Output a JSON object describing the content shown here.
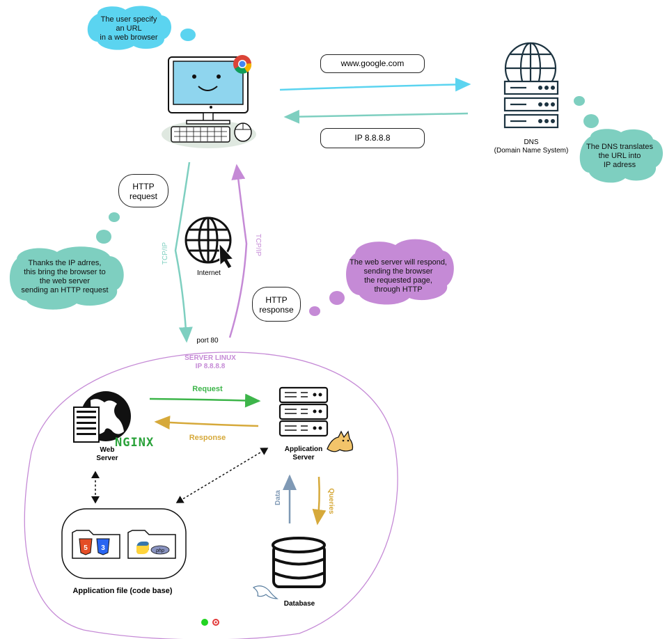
{
  "clouds": {
    "user_specify": "The user specify\nan URL\nin a web browser",
    "dns_translates": "The DNS translates\nthe URL into\nIP adress",
    "thanks_ip": "Thanks the IP adrres,\nthis bring the browser to\nthe web server\nsending an HTTP request",
    "web_server_respond": "The web server will respond,\nsending the browser\nthe requested page,\nthrough HTTP"
  },
  "pills": {
    "url": "www.google.com",
    "ip": "IP 8.8.8.8",
    "http_request": "HTTP\nrequest",
    "http_response": "HTTP\nresponse"
  },
  "dns": {
    "label": "DNS\n(Domain Name System)"
  },
  "internet": {
    "label": "Internet",
    "tcp_left": "TCP/IP",
    "tcp_right": "TCP/IP",
    "port": "port 80"
  },
  "server": {
    "title": "SERVER LINUX\nIP 8.8.8.8",
    "request": "Request",
    "response": "Response",
    "web_server": "Web\nServer",
    "nginx": "NGINX",
    "app_server": "Application\nServer",
    "data": "Data",
    "queries": "Queries",
    "database": "Database",
    "app_files": "Application file (code base)"
  },
  "icons": [
    "chrome-icon",
    "computer-icon",
    "keyboard-icon",
    "mouse-icon",
    "dns-server-icon",
    "globe-icon",
    "cursor-icon",
    "web-server-icon",
    "nginx-logo",
    "app-server-icon",
    "tomcat-logo",
    "database-icon",
    "mysql-logo",
    "html5-icon",
    "css3-icon",
    "python-icon",
    "php-icon",
    "folder-icon"
  ],
  "colors": {
    "teal": "#7ecfc0",
    "purple": "#c58ad6",
    "cyan": "#5bd4f0",
    "green": "#3db54a",
    "gold": "#d6a93a",
    "steel": "#7f99b5"
  }
}
